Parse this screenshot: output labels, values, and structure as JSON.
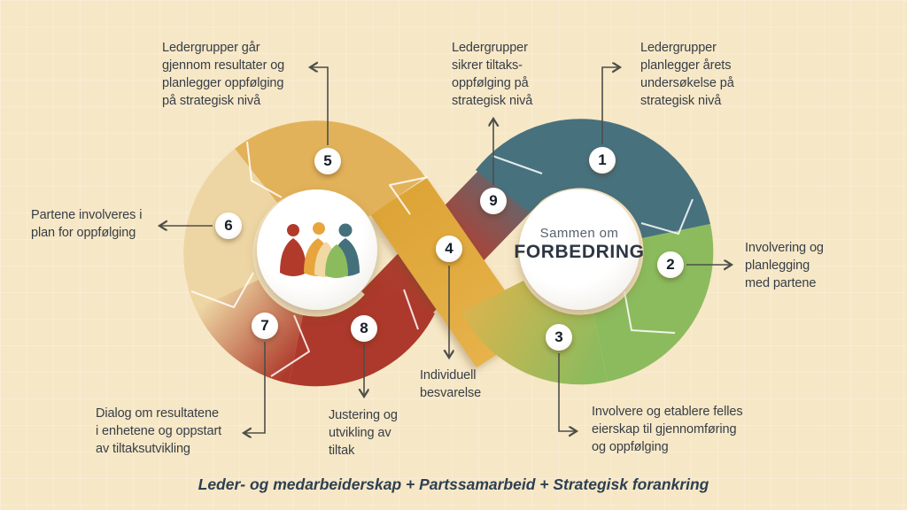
{
  "caption": "Leder- og medarbeiderskap + Partssamarbeid + Strategisk forankring",
  "hub": {
    "line1": "Sammen om",
    "line2": "FORBEDRING"
  },
  "steps": [
    {
      "num": "1",
      "label": "Ledergrupper\nplanlegger årets\nundersøkelse på\nstrategisk nivå"
    },
    {
      "num": "2",
      "label": "Involvering og\nplanlegging\nmed partene"
    },
    {
      "num": "3",
      "label": "Involvere og etablere felles\neierskap til gjennomføring\nog oppfølging"
    },
    {
      "num": "4",
      "label": "Individuell\nbesvarelse"
    },
    {
      "num": "5",
      "label": "Ledergrupper går\ngjennom resultater og\nplanlegger oppfølging\npå strategisk nivå"
    },
    {
      "num": "6",
      "label": "Partene involveres i\nplan for oppfølging"
    },
    {
      "num": "7",
      "label": "Dialog om resultatene\ni enhetene og oppstart\nav tiltaksutvikling"
    },
    {
      "num": "8",
      "label": "Justering og\nutvikling av\ntiltak"
    },
    {
      "num": "9",
      "label": "Ledergrupper\nsikrer tiltaks-\noppfølging på\nstrategisk nivå"
    }
  ],
  "colors": {
    "background": "#f6e7c6",
    "mustard": "#e2b25a",
    "tan": "#eed6a4",
    "red": "#ac392b",
    "teal": "#48717e",
    "green": "#8cbb5e",
    "band_yellow": "#e2aa3f",
    "text": "#373e46"
  },
  "icons": {
    "left_hub": "three-people-logo",
    "arrows": "thin-open-arrowheads"
  }
}
